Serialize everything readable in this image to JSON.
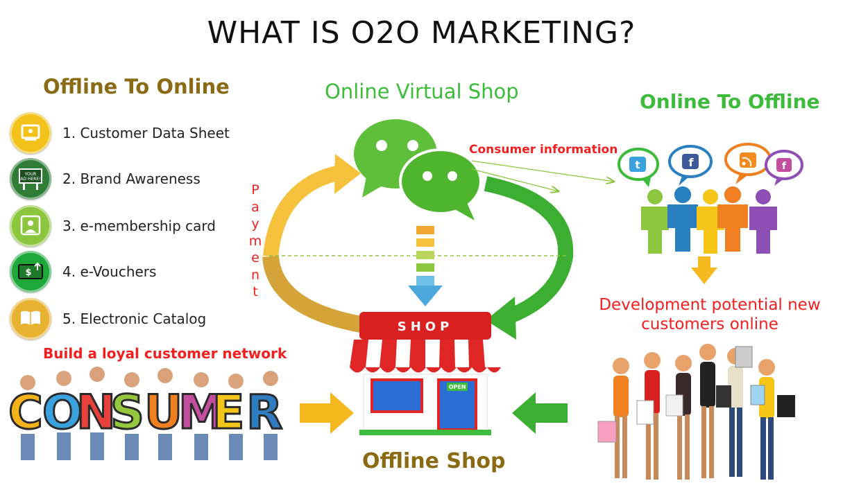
{
  "title": "WHAT IS O2O MARKETING?",
  "left_section": {
    "title": "Offline To Online",
    "items": [
      {
        "label": "1. Customer Data Sheet",
        "icon": "customer-data-sheet-icon",
        "color": "#f2c21b"
      },
      {
        "label": "2. Brand Awareness",
        "icon": "billboard-icon",
        "color": "#2f7d36"
      },
      {
        "label": "3. e-membership card",
        "icon": "membership-card-icon",
        "color": "#8cc63f"
      },
      {
        "label": "4.  e-Vouchers",
        "icon": "voucher-icon",
        "color": "#1fa83a"
      },
      {
        "label": "5. Electronic Catalog",
        "icon": "catalog-book-icon",
        "color": "#e8b233"
      }
    ],
    "bottom_text": "Build a loyal customer network",
    "consumer_word": "CONSUMER",
    "consumer_letter_colors": [
      "#f5b31a",
      "#3aa1df",
      "#e8413c",
      "#93c83e",
      "#f07f1f",
      "#c34d9f",
      "#f5c518",
      "#2f7cc1"
    ]
  },
  "center": {
    "title": "Online Virtual Shop",
    "payment_label": "Payment",
    "consumer_info_label": "Consumer information",
    "shop_sign": "SHOP",
    "open_sign": "OPEN",
    "bottom_title": "Offline Shop"
  },
  "right_section": {
    "title": "Online To Offline",
    "social_icons": [
      "twitter-icon",
      "facebook-icon",
      "rss-icon",
      "facebook-icon"
    ],
    "people_colors": [
      "#8cc63f",
      "#2a7fc1",
      "#f5c518",
      "#f07f1f",
      "#8e4fb5"
    ],
    "development_text_line1": "Development potential new",
    "development_text_line2": "customers online"
  },
  "colors": {
    "accent_green": "#3dbb3a",
    "accent_gold": "#8a6a12",
    "accent_red": "#f02020",
    "arrow_yellow": "#f6c13c",
    "arrow_green": "#3cae32",
    "arrow_tan": "#d4a43a"
  }
}
